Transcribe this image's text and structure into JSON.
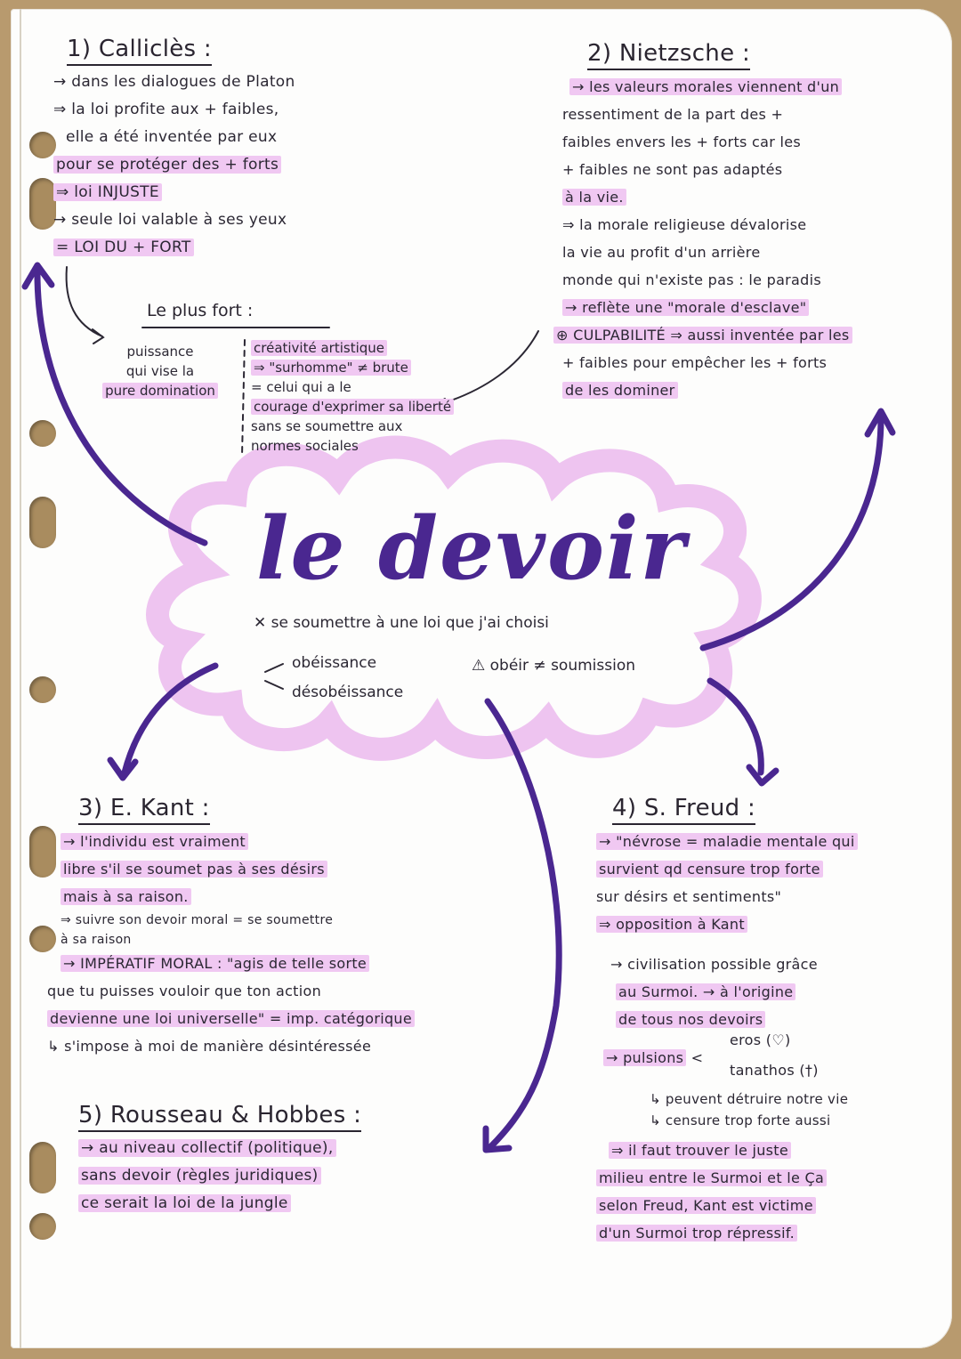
{
  "page": {
    "paper_color": "#fdfdfc",
    "ink_color": "#2b2733",
    "marker_color": "#4a2790",
    "highlight_color": "#f0c8f2",
    "cloud_color": "#eec4f0"
  },
  "center": {
    "title": "le devoir",
    "definition": "✕ se soumettre à une loi que j'ai choisi",
    "branch_1": "obéissance",
    "branch_2": "désobéissance",
    "warning_icon": "⚠",
    "warning_text": "obéir ≠ soumission"
  },
  "section_1": {
    "title": "1) Calliclès :",
    "lines": [
      "→ dans les dialogues de Platon",
      "⇒ la loi profite aux + faibles,",
      "elle a été inventée par eux",
      "pour se protéger des + forts",
      "⇒ loi INJUSTE",
      "→ seule loi valable à ses yeux",
      "= LOI DU + FORT"
    ],
    "sub_title": "Le plus fort :",
    "left_col": [
      "puissance",
      "qui vise la",
      "pure domination"
    ],
    "right_col": [
      "créativité artistique",
      "⇒ \"surhomme\" ≠ brute",
      "= celui qui a le",
      "courage d'exprimer sa liberté",
      "sans se soumettre aux",
      "normes sociales"
    ]
  },
  "section_2": {
    "title": "2) Nietzsche :",
    "lines": [
      "→ les valeurs morales viennent d'un",
      "ressentiment de la part des +",
      "faibles envers les + forts car les",
      "+ faibles ne sont pas adaptés",
      "à la vie.",
      "⇒ la morale religieuse dévalorise",
      "la vie au profit d'un arrière",
      "monde qui n'existe pas : le paradis",
      "→ reflète une \"morale d'esclave\"",
      "⊕ CULPABILITÉ ⇒ aussi inventée par les",
      "+ faibles pour empêcher les + forts",
      "de les dominer"
    ]
  },
  "section_3": {
    "title": "3) E. Kant :",
    "lines": [
      "→ l'individu est vraiment",
      "libre s'il se soumet pas à ses désirs",
      "mais à sa raison.",
      "⇒ suivre son devoir moral = se soumettre",
      "à sa raison",
      "→ IMPÉRATIF MORAL : \"agis de telle sorte",
      "que tu puisses vouloir que ton action",
      "devienne une loi universelle\" = imp. catégorique",
      "↳ s'impose à moi de manière désintéressée"
    ]
  },
  "section_4": {
    "title": "4) S. Freud :",
    "lines": [
      "→ \"névrose = maladie mentale qui",
      "survient qd censure trop forte",
      "sur désirs et sentiments\"",
      "⇒ opposition à Kant",
      "→ civilisation possible grâce",
      "au Surmoi. → à l'origine",
      "de tous nos devoirs",
      "eros (♡)",
      "→ pulsions",
      "tanathos (†)",
      "↳ peuvent détruire notre vie",
      "↳ censure trop forte aussi",
      "⇒ il faut trouver le juste",
      "milieu entre le Surmoi et le Ça",
      "selon Freud, Kant est victime",
      "d'un Surmoi trop répressif."
    ]
  },
  "section_5": {
    "title": "5) Rousseau & Hobbes :",
    "lines": [
      "→ au niveau collectif (politique),",
      "sans devoir (règles juridiques)",
      "ce serait la loi de la jungle"
    ]
  }
}
